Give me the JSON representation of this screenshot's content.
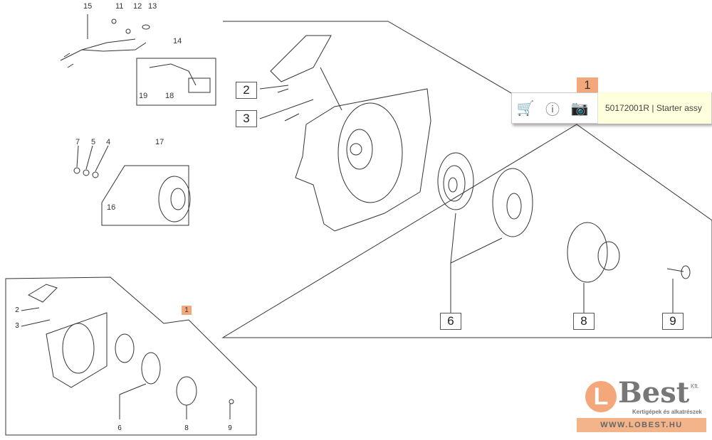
{
  "popup": {
    "callout": "1",
    "tooltip": "50172001R | Starter assy",
    "icons": [
      "cart-icon",
      "info-icon",
      "camera-icon"
    ]
  },
  "main_labels": {
    "l2": "2",
    "l3": "3",
    "l6": "6",
    "l8": "8",
    "l9": "9"
  },
  "thumb_labels": {
    "l1": "1",
    "l2": "2",
    "l3": "3",
    "l6": "6",
    "l8": "8",
    "l9": "9"
  },
  "other_labels": {
    "l15": "15",
    "l11": "11",
    "l12": "12",
    "l13": "13",
    "l14": "14",
    "l19": "19",
    "l18": "18",
    "l7": "7",
    "l5": "5",
    "l4": "4",
    "l17": "17",
    "l16": "16"
  },
  "logo": {
    "letter": "L",
    "brand": "Best",
    "suffix": "Kft.",
    "tagline": "Kertigépek és alkatrészek",
    "url": "WWW.LOBEST.HU"
  },
  "colors": {
    "highlight": "#f4a77a",
    "tooltip_bg": "#ffffdd"
  }
}
